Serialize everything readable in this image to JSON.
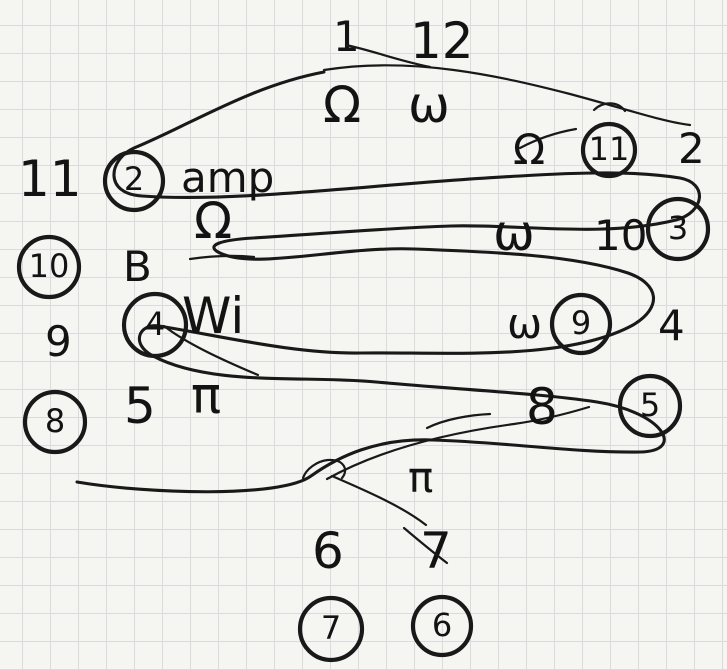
{
  "labels": {
    "top_main": "1",
    "top_num": "12",
    "top_symbol_a": "Ω",
    "top_symbol_b": "ω",
    "left_11": "11",
    "left_10": "10",
    "left_9": "9",
    "left_8": "8",
    "circle_2": "2",
    "circle_11": "11",
    "circle_3": "3",
    "circle_4": "4",
    "circle_9": "9",
    "circle_5": "5",
    "circle_7": "7",
    "circle_6": "6",
    "row1_text": "amp",
    "row1_right": "2",
    "row2_left": "B",
    "row2_mid": "Ω",
    "row2_right_num": "10",
    "row3_text": "Wi",
    "row3_right": "4",
    "row4_left": "5",
    "row4_mid": "π",
    "row4_right": "8",
    "bottom_6": "6",
    "bottom_7": "7"
  },
  "colors": {
    "ink": "#1b1b1b",
    "paper": "#f3f3f0",
    "grid": "#d7d9dc"
  }
}
